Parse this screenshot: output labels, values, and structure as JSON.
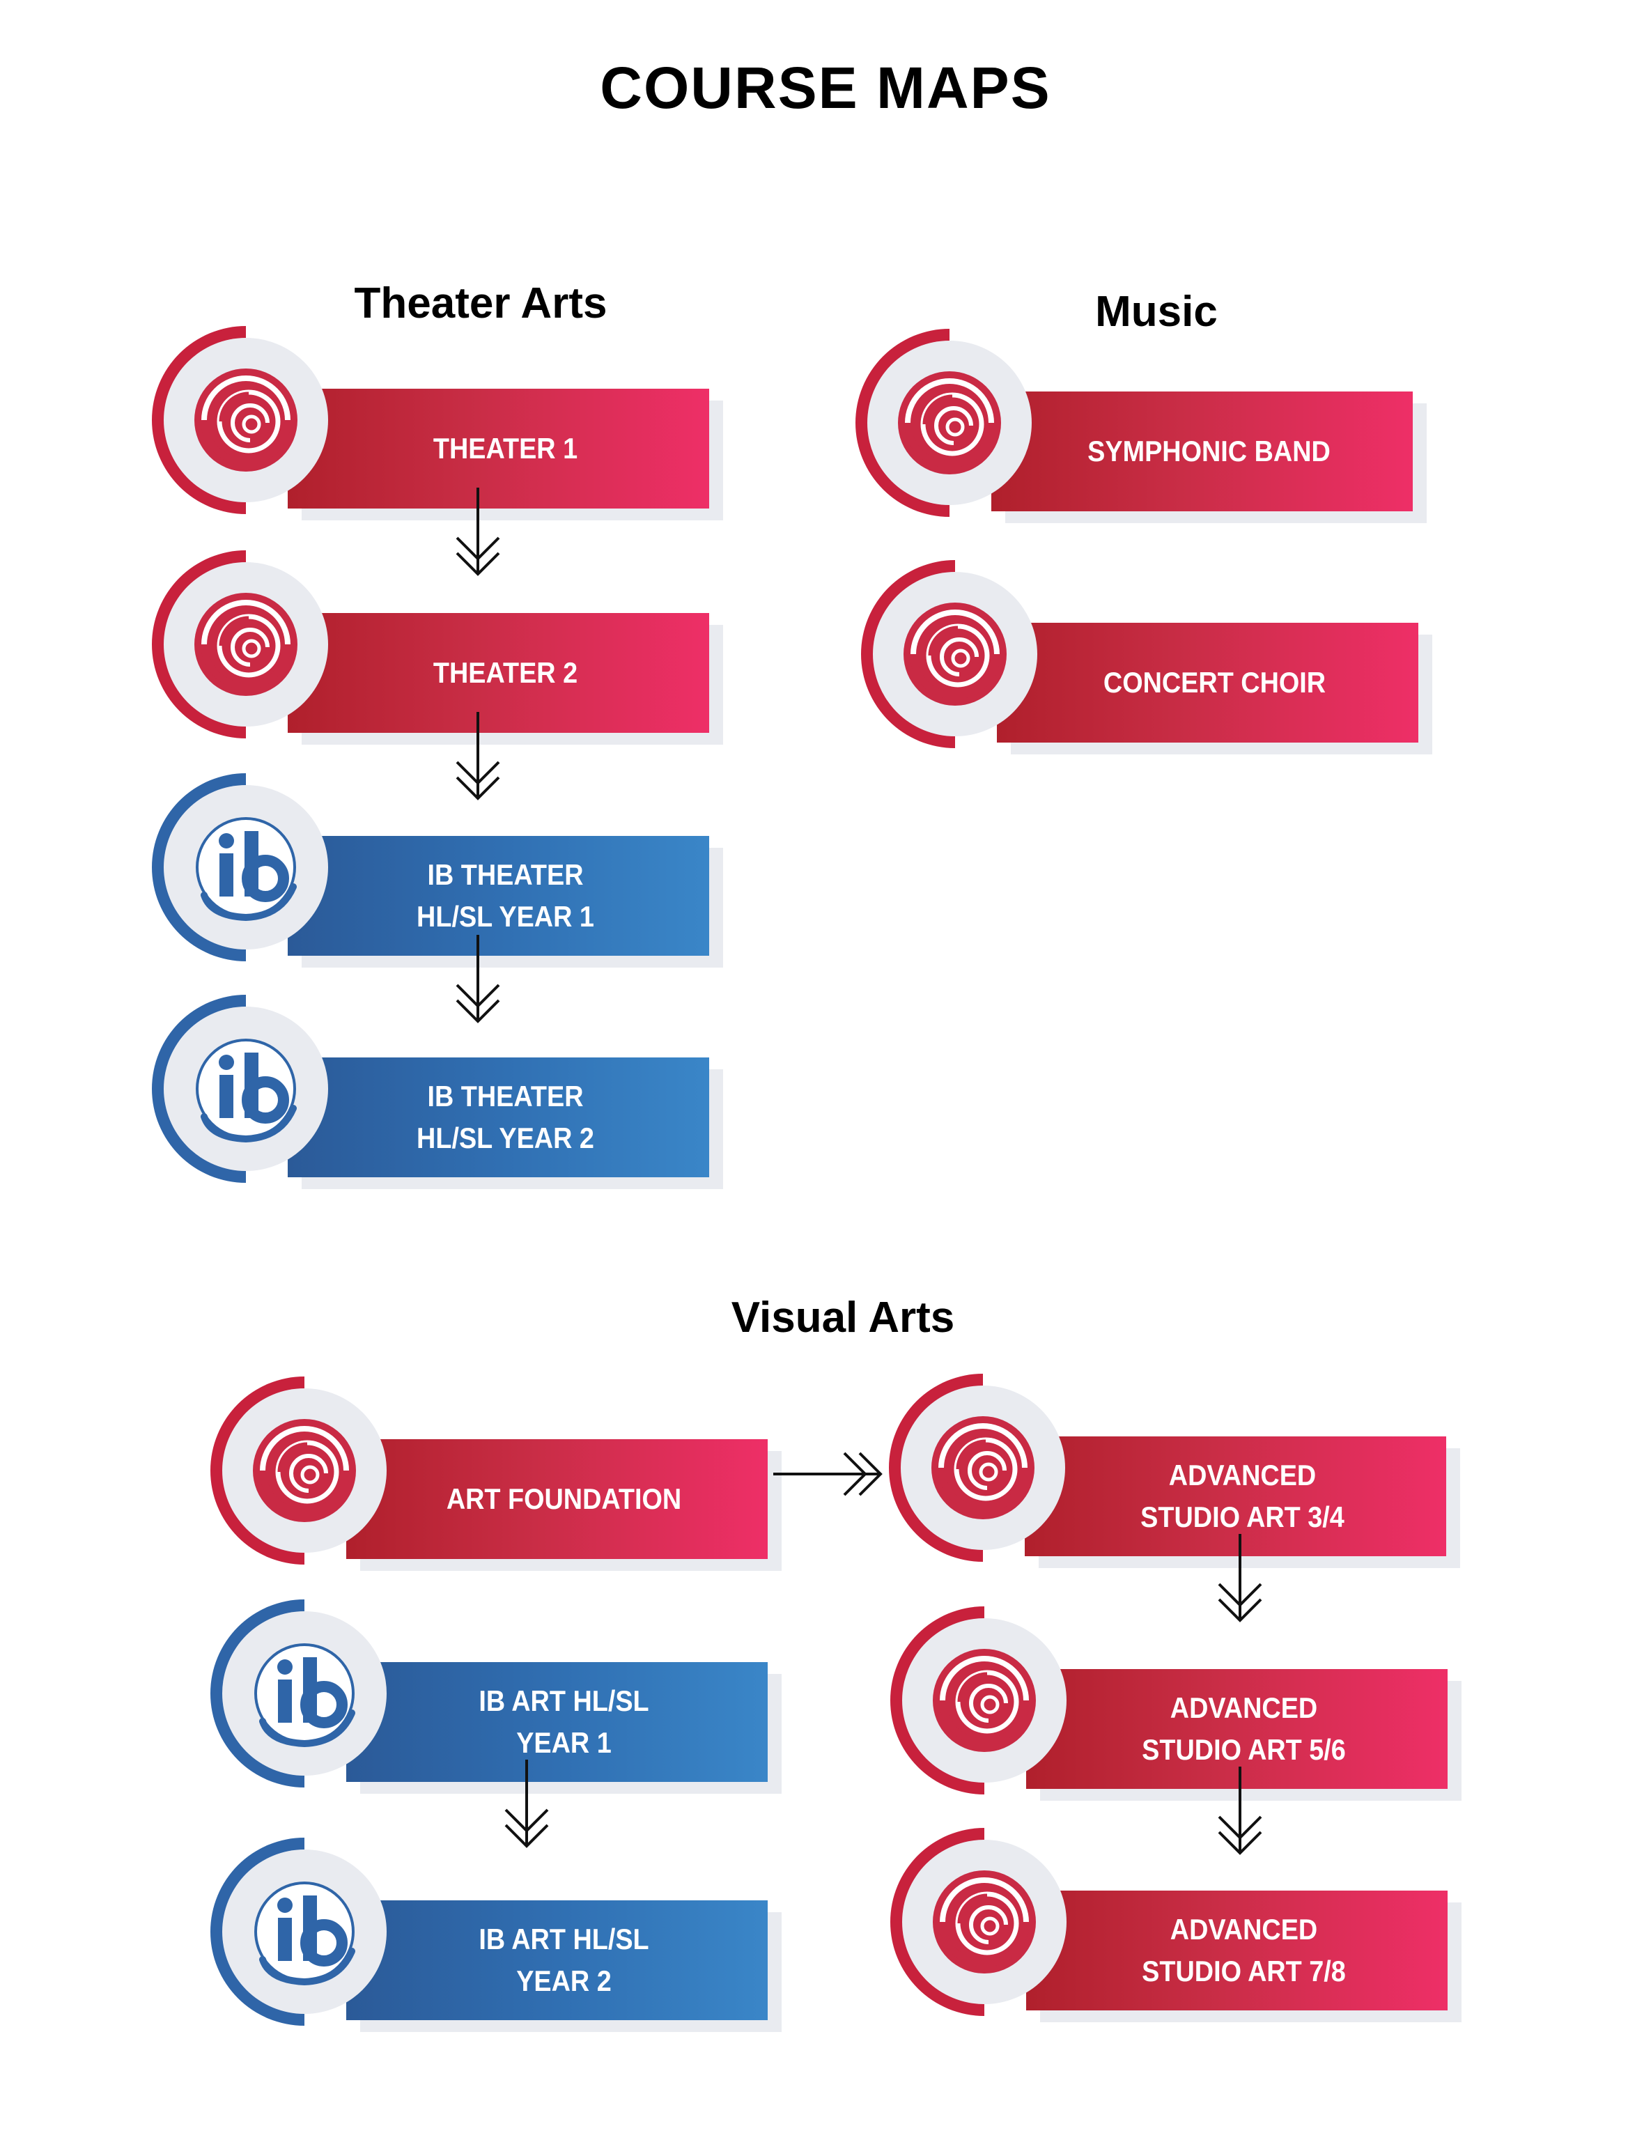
{
  "title": "COURSE MAPS",
  "colors": {
    "red_start": "#b0202c",
    "red_end": "#ee2f67",
    "blue_start": "#2b5a98",
    "blue_end": "#3a86c8",
    "ring_gray": "#e9ebf0"
  },
  "sections": {
    "theater": {
      "title": "Theater Arts",
      "courses": [
        {
          "label": "THEATER 1",
          "icon": "swirl-icon"
        },
        {
          "label": "THEATER 2",
          "icon": "swirl-icon"
        },
        {
          "label": "IB THEATER\nHL/SL YEAR 1",
          "icon": "ib-logo-icon"
        },
        {
          "label": "IB THEATER\nHL/SL YEAR 2",
          "icon": "ib-logo-icon"
        }
      ]
    },
    "music": {
      "title": "Music",
      "courses": [
        {
          "label": "SYMPHONIC BAND",
          "icon": "swirl-icon"
        },
        {
          "label": "CONCERT CHOIR",
          "icon": "swirl-icon"
        }
      ]
    },
    "visual": {
      "title": "Visual Arts",
      "left": [
        {
          "label": "ART  FOUNDATION",
          "icon": "swirl-icon"
        },
        {
          "label": "IB ART HL/SL\nYEAR 1",
          "icon": "ib-logo-icon"
        },
        {
          "label": "IB ART HL/SL\nYEAR 2",
          "icon": "ib-logo-icon"
        }
      ],
      "right": [
        {
          "label": "ADVANCED\nSTUDIO ART 3/4",
          "icon": "swirl-icon"
        },
        {
          "label": "ADVANCED\nSTUDIO ART 5/6",
          "icon": "swirl-icon"
        },
        {
          "label": "ADVANCED\nSTUDIO ART 7/8",
          "icon": "swirl-icon"
        }
      ]
    }
  }
}
